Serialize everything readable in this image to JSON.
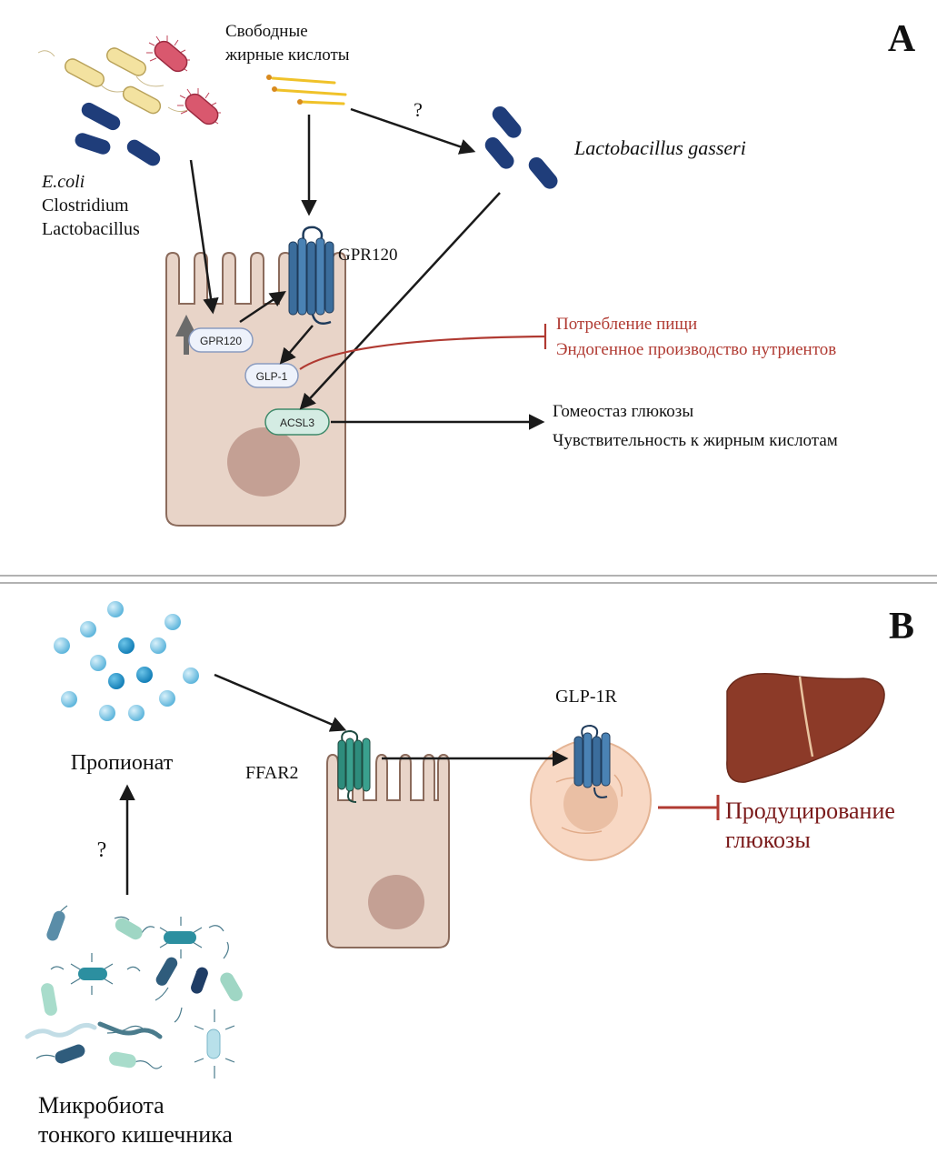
{
  "panel_a": {
    "letter": "A",
    "bacteria_labels": [
      "E.coli",
      "Clostridium",
      "Lactobacillus"
    ],
    "ffa_label": [
      "Свободные",
      "жирные кислоты"
    ],
    "question": "?",
    "lacto_label": "Lactobacillus gasseri",
    "receptor_label": "GPR120",
    "badge_gpr120": "GPR120",
    "badge_glp1": "GLP-1",
    "badge_acsl3": "ACSL3",
    "inhibit_outcomes": [
      "Потребление пищи",
      "Эндогенное производство нутриентов"
    ],
    "activate_outcomes": [
      "Гомеостаз глюкозы",
      "Чувствительность к жирным кислотам"
    ]
  },
  "panel_b": {
    "letter": "B",
    "propionate_label": "Пропионат",
    "question": "?",
    "microbiota_label": [
      "Микробиота",
      "тонкого кишечника"
    ],
    "ffar2_label": "FFAR2",
    "glp1r_label": "GLP-1R",
    "outcome": [
      "Продуцирование",
      "глюкозы"
    ]
  },
  "colors": {
    "arrow": "#1a1a1a",
    "inhibit": "#b03a32",
    "outcome_b": "#7a1a1a",
    "cell_fill": "#e8d4c8",
    "cell_stroke": "#8b6b5c",
    "nucleus": "#c4a094",
    "receptor_blue": "#3b6d9c",
    "receptor_teal": "#2e8c7c",
    "bacteria_navy": "#1f3d7a",
    "liver": "#8c3a28"
  }
}
